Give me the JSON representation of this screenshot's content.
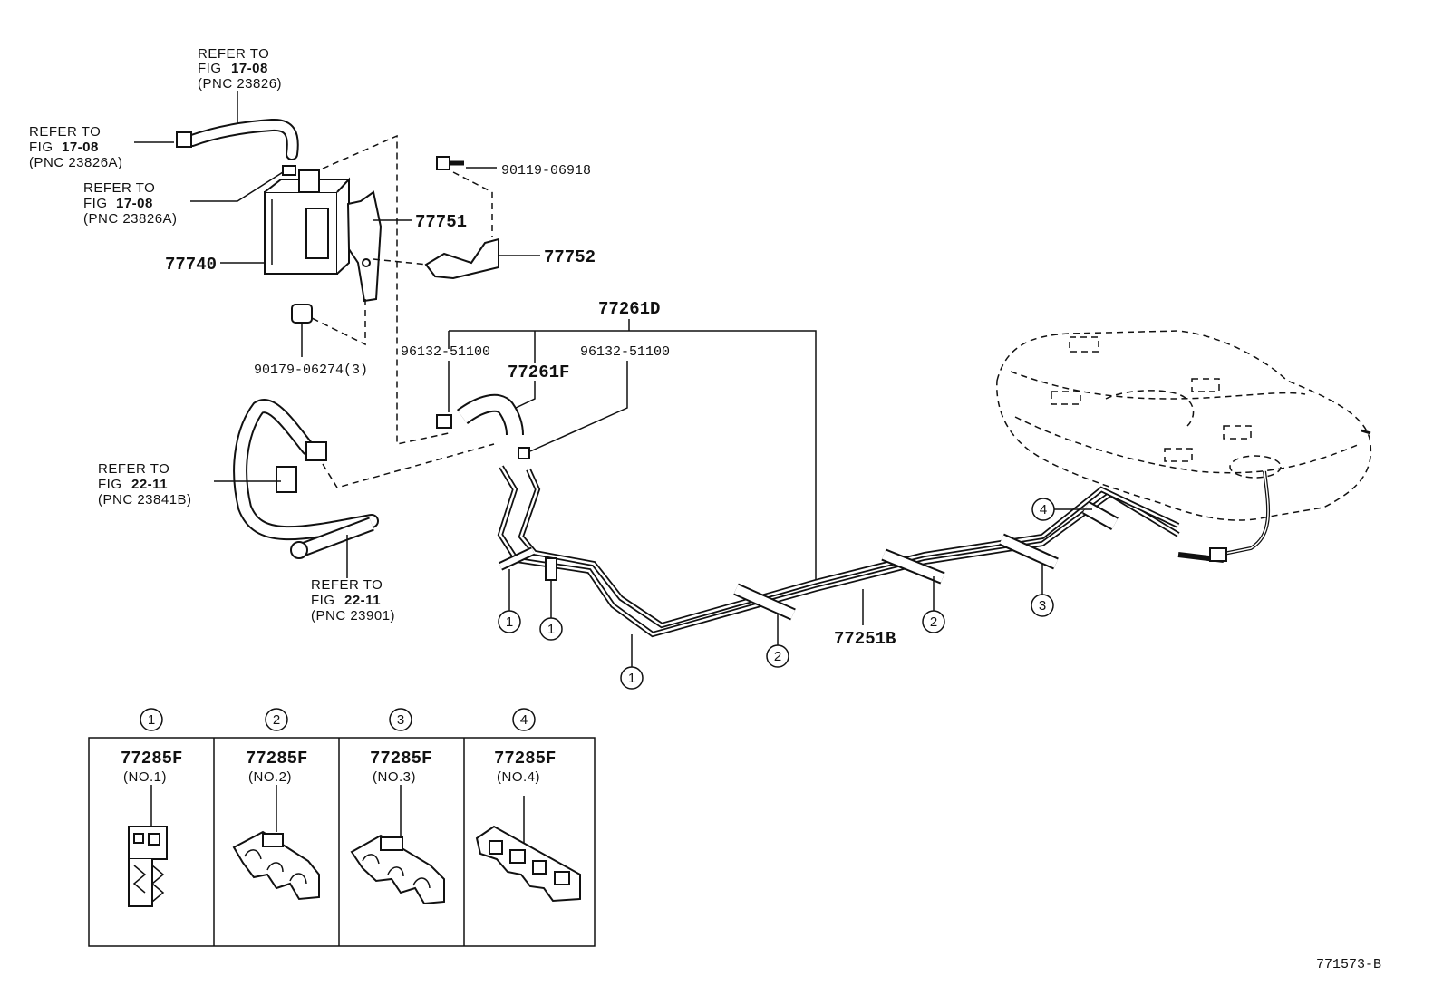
{
  "refer": {
    "top_l1": "REFER TO",
    "top_fig": "FIG",
    "top_fig_no": "17-08",
    "top_pnc": "(PNC 23826)",
    "left1_l1": "REFER TO",
    "left1_fig": "FIG",
    "left1_fig_no": "17-08",
    "left1_pnc": "(PNC 23826A)",
    "left2_l1": "REFER TO",
    "left2_fig": "FIG",
    "left2_fig_no": "17-08",
    "left2_pnc": "(PNC 23826A)",
    "mid_l1": "REFER TO",
    "mid_fig": "FIG",
    "mid_fig_no": "22-11",
    "mid_pnc": "(PNC 23841B)",
    "low_l1": "REFER TO",
    "low_fig": "FIG",
    "low_fig_no": "22-11",
    "low_pnc": "(PNC 23901)"
  },
  "parts": {
    "p77740": "77740",
    "p77751": "77751",
    "p77752": "77752",
    "p90119": "90119-06918",
    "p90179": "90179-06274(3)",
    "p77261D": "77261D",
    "p96132a": "96132-51100",
    "p96132b": "96132-51100",
    "p77261F": "77261F",
    "p77251B": "77251B"
  },
  "callouts": [
    "1",
    "1",
    "1",
    "2",
    "2",
    "3",
    "4"
  ],
  "clamps": [
    {
      "num": "1",
      "part": "77285F",
      "sub": "(NO.1)"
    },
    {
      "num": "2",
      "part": "77285F",
      "sub": "(NO.2)"
    },
    {
      "num": "3",
      "part": "77285F",
      "sub": "(NO.3)"
    },
    {
      "num": "4",
      "part": "77285F",
      "sub": "(NO.4)"
    }
  ],
  "figure_id": "771573-B"
}
